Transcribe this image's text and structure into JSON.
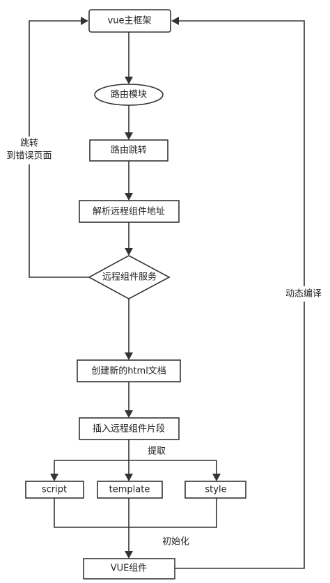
{
  "nodes": {
    "vue_frame": "vue主框架",
    "router_module": "路由模块",
    "router_jump": "路由跳转",
    "parse_address": "解析远程组件地址",
    "remote_service": "远程组件服务",
    "create_html": "创建新的html文档",
    "insert_fragment": "插入远程组件片段",
    "script": "script",
    "template": "template",
    "style": "style",
    "vue_component": "VUE组件"
  },
  "edge_labels": {
    "error_jump_line1": "跳转",
    "error_jump_line2": "到错误页面",
    "dynamic_compile": "动态编译",
    "extract": "提取",
    "initialize": "初始化"
  }
}
